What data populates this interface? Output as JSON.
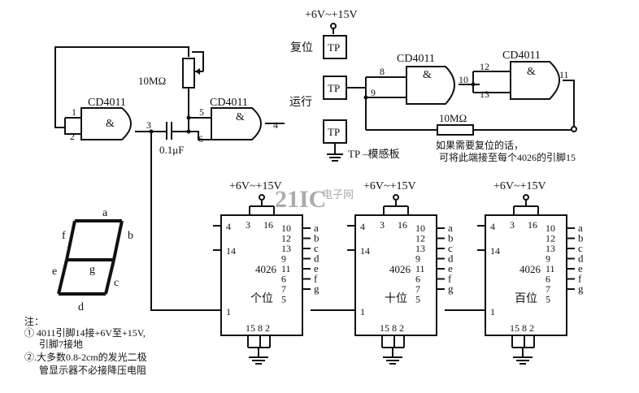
{
  "supply": {
    "top": "+6V~+15V",
    "c1": "+6V~+15V",
    "c2": "+6V~+15V",
    "c3": "+6V~+15V"
  },
  "gates": {
    "g1": "CD4011",
    "g2": "CD4011",
    "g3": "CD4011",
    "g4": "CD4011",
    "amp": "&"
  },
  "pins": {
    "g1_in1": "1",
    "g1_in2": "2",
    "g1_out": "3",
    "g2_in1": "5",
    "g2_in2": "6",
    "g2_out": "4",
    "g3_in1": "8",
    "g3_in2": "9",
    "g3_out": "10",
    "g4_in1": "12",
    "g4_in2": "13",
    "g4_out": "11"
  },
  "components": {
    "pot": "10MΩ",
    "cap": "0.1μF",
    "res": "10MΩ"
  },
  "labels": {
    "reset": "复位",
    "run": "运行",
    "tp": "TP",
    "tp_legend": "TP –模感板",
    "note_line1": "如果需要复位的话，",
    "note_line2": "可将此端接至每个4026的引脚15"
  },
  "counters": {
    "chip": "4026",
    "names": [
      "个位",
      "十位",
      "百位"
    ],
    "top_pins": [
      "3",
      "16"
    ],
    "left_pins": [
      "4",
      "14",
      "1"
    ],
    "right_pins": [
      "10",
      "12",
      "13",
      "9",
      "11",
      "6",
      "7",
      "5"
    ],
    "outputs": [
      "a",
      "b",
      "c",
      "d",
      "e",
      "f",
      "g"
    ],
    "bottom_pins": "15 8 2"
  },
  "display": {
    "segments": [
      "a",
      "b",
      "c",
      "d",
      "e",
      "f",
      "g"
    ]
  },
  "notes": {
    "title": "注：",
    "n1a": "① 4011引脚14接+6V至+15V,",
    "n1b": "引脚7接地",
    "n2a": "②.大多数0.8-2cm的发光二极",
    "n2b": "管显示器不必接降压电阻"
  },
  "watermark": {
    "brand": "21IC",
    "sub": "电子网"
  }
}
